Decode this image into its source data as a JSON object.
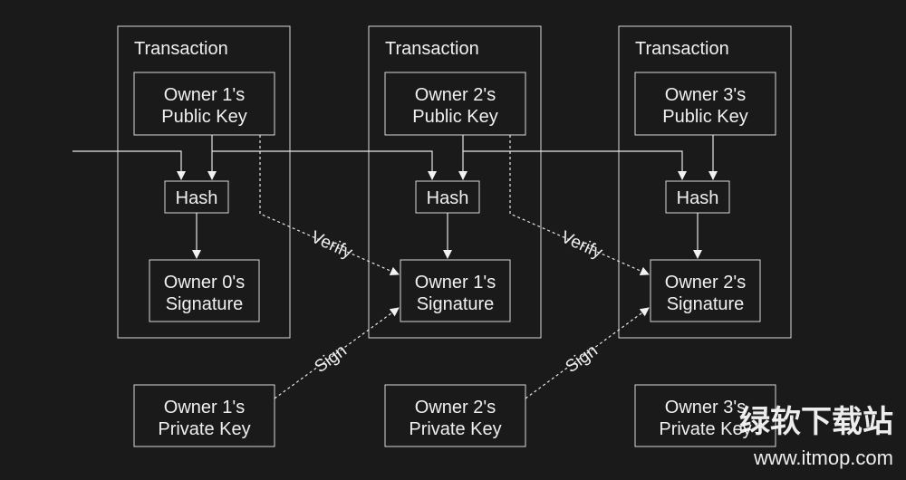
{
  "transactions": [
    {
      "title": "Transaction",
      "public_key": [
        "Owner 1's",
        "Public Key"
      ],
      "hash": "Hash",
      "signature": [
        "Owner 0's",
        "Signature"
      ]
    },
    {
      "title": "Transaction",
      "public_key": [
        "Owner 2's",
        "Public Key"
      ],
      "hash": "Hash",
      "signature": [
        "Owner 1's",
        "Signature"
      ]
    },
    {
      "title": "Transaction",
      "public_key": [
        "Owner 3's",
        "Public Key"
      ],
      "hash": "Hash",
      "signature": [
        "Owner 2's",
        "Signature"
      ]
    }
  ],
  "private_keys": [
    [
      "Owner 1's",
      "Private Key"
    ],
    [
      "Owner 2's",
      "Private Key"
    ],
    [
      "Owner 3's",
      "Private Key"
    ]
  ],
  "labels": {
    "verify": "Verify",
    "sign": "Sign"
  },
  "watermark": {
    "brand": "绿软下载站",
    "url": "www.itmop.com"
  },
  "colors": {
    "background": "#1a1a1a",
    "foreground": "#f0f0f0"
  }
}
